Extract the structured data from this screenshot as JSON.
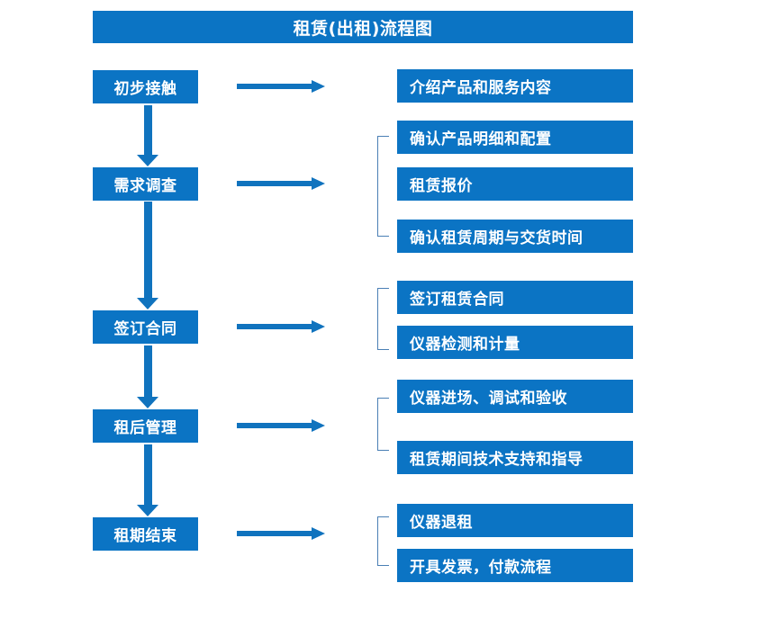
{
  "diagram": {
    "title": "租赁(出租)流程图",
    "accent_color": "#0B74C4",
    "arrow_color": "#1073BE",
    "bracket_color": "#4A7FB5",
    "text_color": "#FFFFFF",
    "background_color": "#FFFFFF"
  },
  "stages": [
    {
      "id": "stage-1",
      "label": "初步接触"
    },
    {
      "id": "stage-2",
      "label": "需求调查"
    },
    {
      "id": "stage-3",
      "label": "签订合同"
    },
    {
      "id": "stage-4",
      "label": "租后管理"
    },
    {
      "id": "stage-5",
      "label": "租期结束"
    }
  ],
  "details": [
    {
      "id": "detail-1",
      "label": "介绍产品和服务内容",
      "group": 1
    },
    {
      "id": "detail-2",
      "label": "确认产品明细和配置",
      "group": 2
    },
    {
      "id": "detail-3",
      "label": "租赁报价",
      "group": 2
    },
    {
      "id": "detail-4",
      "label": "确认租赁周期与交货时间",
      "group": 2
    },
    {
      "id": "detail-5",
      "label": "签订租赁合同",
      "group": 3
    },
    {
      "id": "detail-6",
      "label": "仪器检测和计量",
      "group": 3
    },
    {
      "id": "detail-7",
      "label": "仪器进场、调试和验收",
      "group": 4
    },
    {
      "id": "detail-8",
      "label": "租赁期间技术支持和指导",
      "group": 4
    },
    {
      "id": "detail-9",
      "label": "仪器退租",
      "group": 5
    },
    {
      "id": "detail-10",
      "label": "开具发票，付款流程",
      "group": 5
    }
  ],
  "connectors": {
    "horizontal_arrow_count": 5,
    "vertical_arrow_count": 4,
    "bracket_count": 4
  }
}
